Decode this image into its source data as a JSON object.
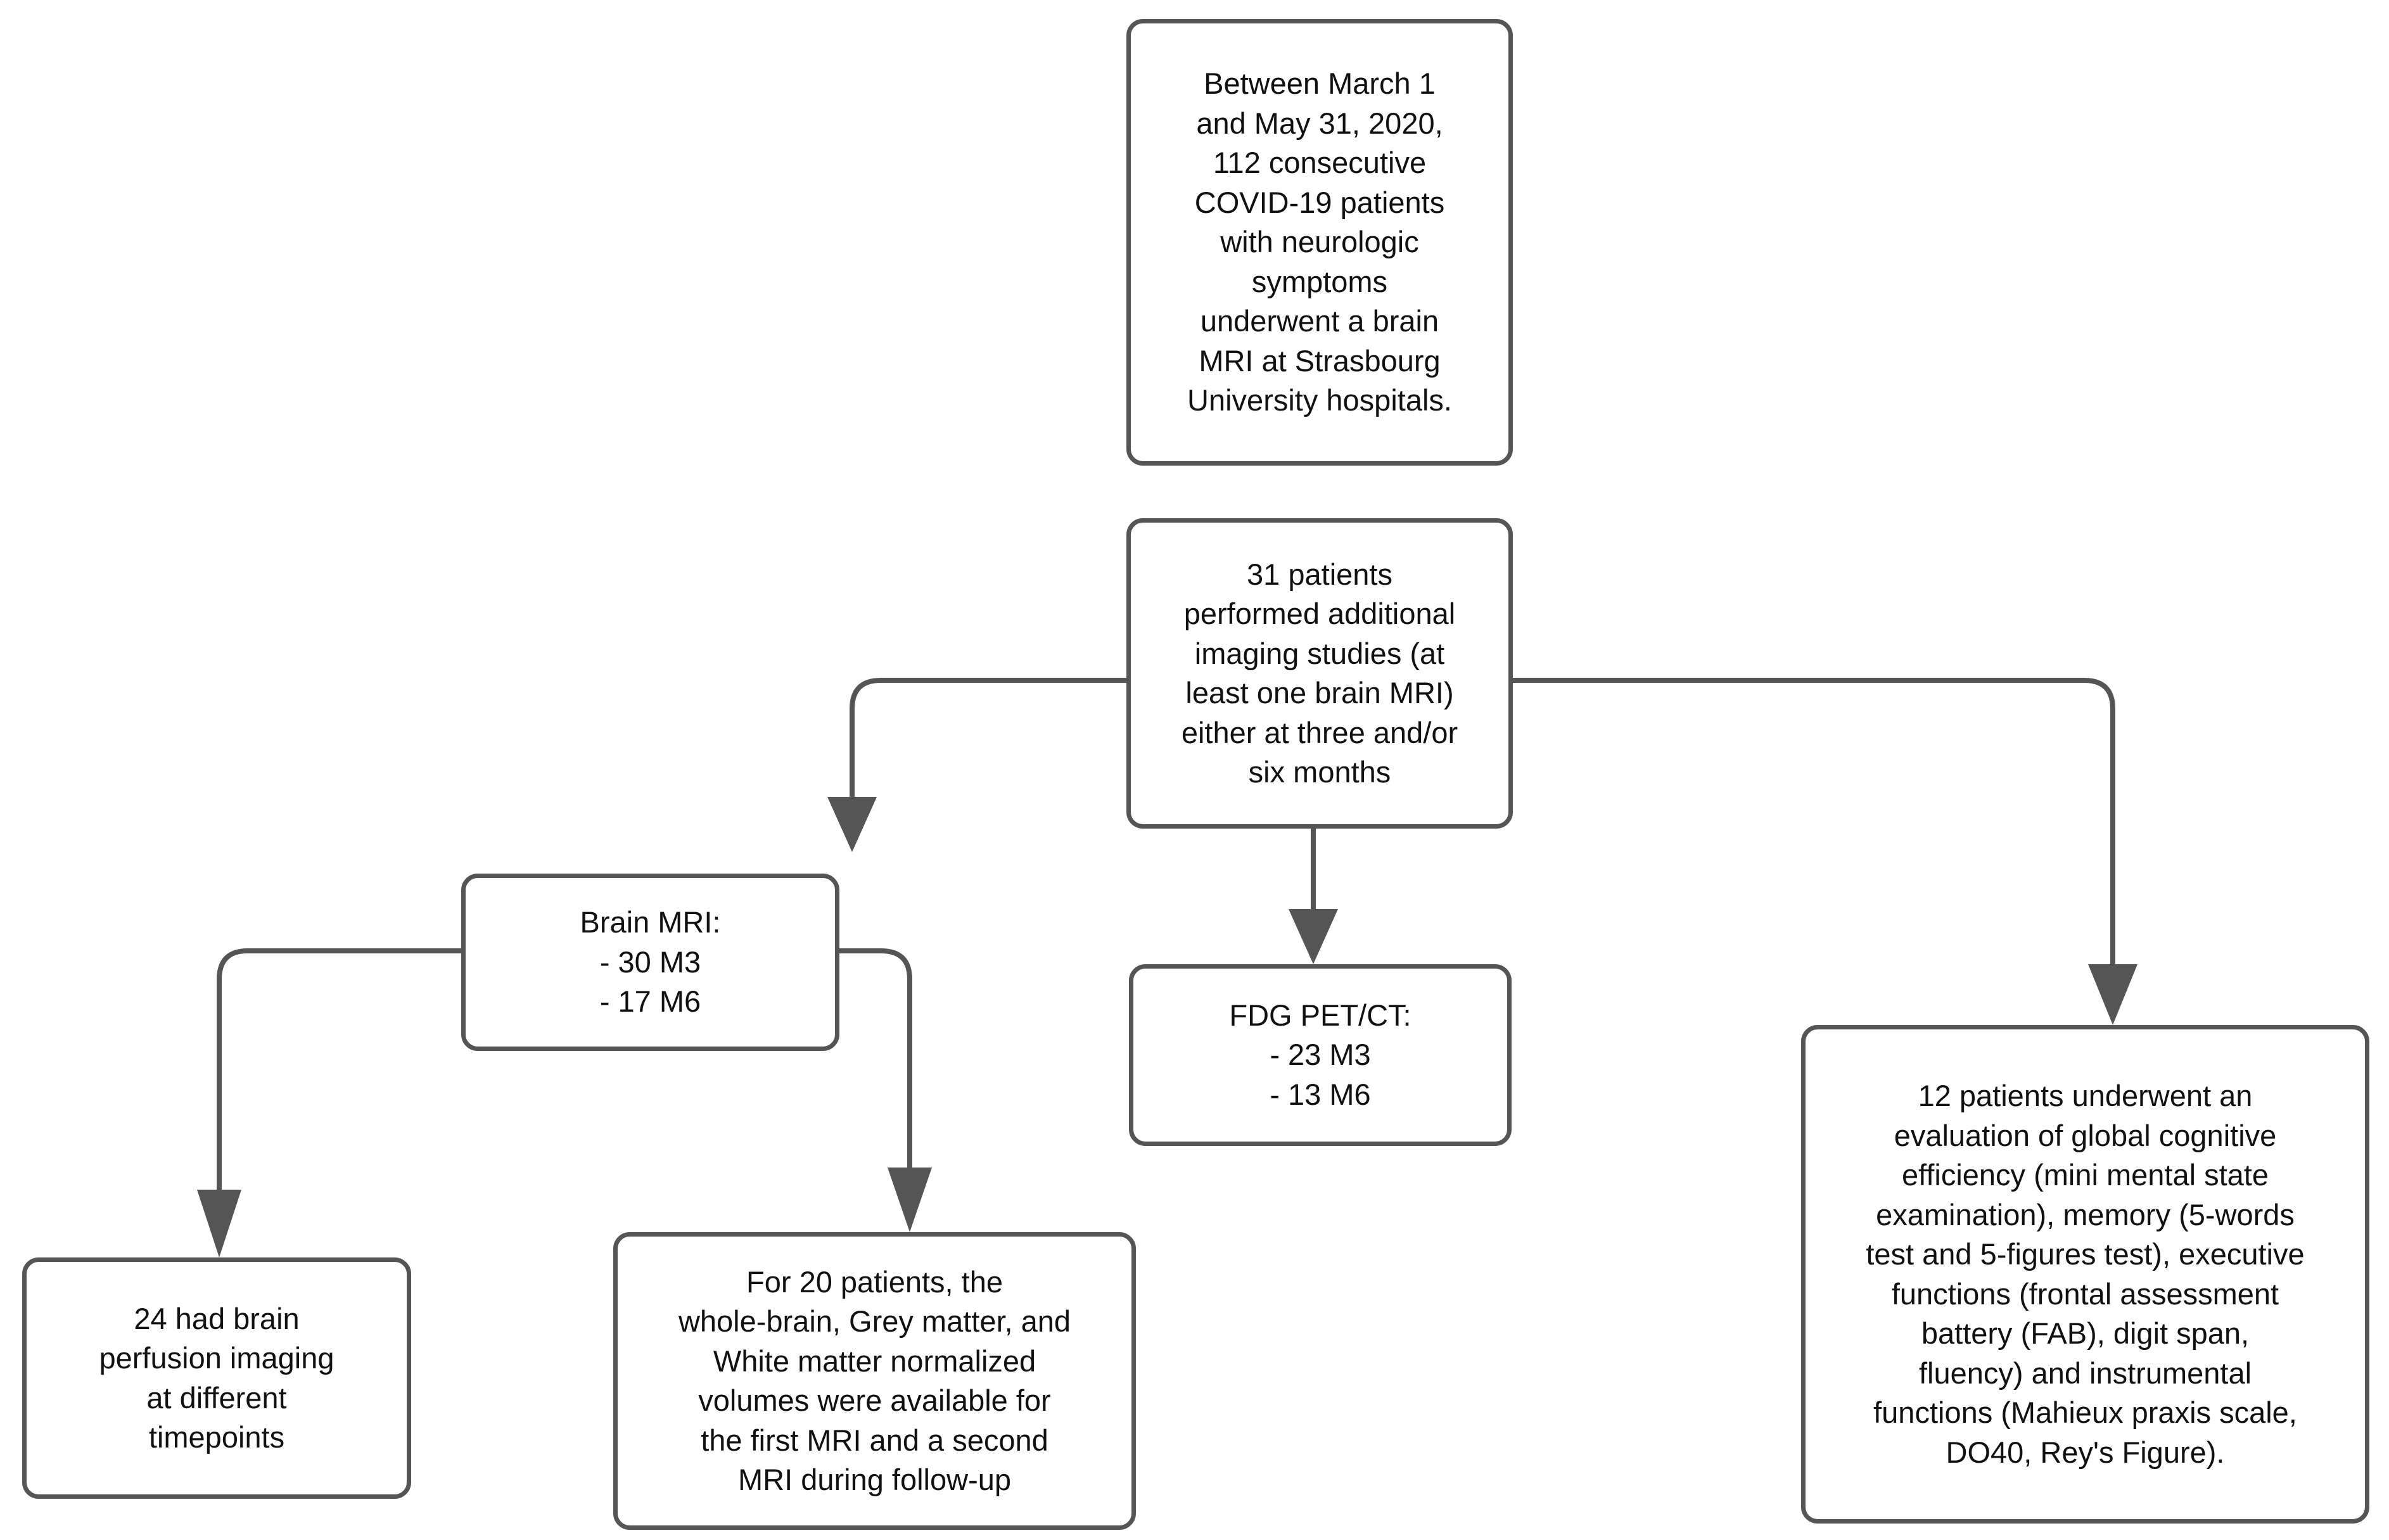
{
  "diagram": {
    "title": "COVID-19 neurologic follow-up study flowchart",
    "background_color": "#ffffff",
    "node_border_color": "#555555",
    "node_fill_color": "#ffffff",
    "connector_color": "#555555",
    "text_color": "#111111"
  },
  "nodes": [
    {
      "id": "cohort",
      "name": "cohort-box",
      "text": "Between March 1\nand May 31, 2020,\n112 consecutive\nCOVID-19 patients\nwith neurologic\nsymptoms\nunderwent a brain\nMRI at Strasbourg\nUniversity hospitals."
    },
    {
      "id": "additional-imaging",
      "name": "additional-imaging-box",
      "text": "31 patients\nperformed additional\nimaging studies (at\nleast one brain MRI)\neither at three and/or\nsix months"
    },
    {
      "id": "brain-mri",
      "name": "brain-mri-box",
      "text": "Brain MRI:\n- 30 M3\n- 17 M6"
    },
    {
      "id": "fdg-pet-ct",
      "name": "fdg-pet-ct-box",
      "text": "FDG PET/CT:\n- 23 M3\n- 13 M6"
    },
    {
      "id": "perfusion",
      "name": "perfusion-imaging-box",
      "text": "24 had brain\nperfusion imaging\nat different\ntimepoints"
    },
    {
      "id": "volumes",
      "name": "normalized-volumes-box",
      "text": "For 20 patients, the\nwhole-brain, Grey matter, and\nWhite matter normalized\nvolumes were available for\nthe first MRI and a second\nMRI during follow-up"
    },
    {
      "id": "cognitive",
      "name": "cognitive-evaluation-box",
      "text": "12 patients underwent an\nevaluation of global cognitive\nefficiency (mini mental state\nexamination), memory (5-words\ntest and 5-figures test), executive\nfunctions (frontal assessment\nbattery (FAB), digit span,\nfluency) and instrumental\nfunctions (Mahieux praxis scale,\nDO40, Rey's Figure)."
    }
  ],
  "edges": [
    {
      "id": "e1",
      "from": "additional-imaging",
      "to": "brain-mri",
      "style": "elbow-left",
      "arrow": true
    },
    {
      "id": "e2",
      "from": "additional-imaging",
      "to": "fdg-pet-ct",
      "style": "straight-down",
      "arrow": true
    },
    {
      "id": "e3",
      "from": "additional-imaging",
      "to": "cognitive",
      "style": "elbow-right",
      "arrow": true
    },
    {
      "id": "e4",
      "from": "brain-mri",
      "to": "perfusion",
      "style": "elbow-left",
      "arrow": true
    },
    {
      "id": "e5",
      "from": "brain-mri",
      "to": "volumes",
      "style": "elbow-right",
      "arrow": true
    }
  ]
}
